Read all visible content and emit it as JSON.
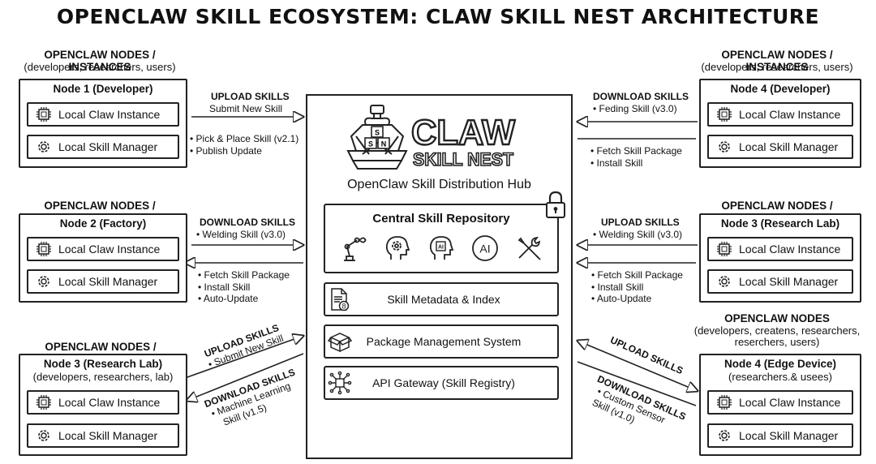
{
  "title": "OPENCLAW SKILL ECOSYSTEM: CLAW SKILL NEST ARCHITECTURE",
  "groups": {
    "tl": {
      "head": "OPENCLAW NODES / INSTANCES",
      "sub": "(developers, researchers, users)"
    },
    "tr": {
      "head": "OPENCLAW NODES / INSTANCES",
      "sub": "(developers, researchers, users)"
    },
    "ml": {
      "head": "OPENCLAW NODES / INSTANCES"
    },
    "mr": {
      "head": "OPENCLAW NODES / INSTANCES"
    },
    "bl": {
      "head": "OPENCLAW NODES / INSTANCES"
    },
    "br": {
      "head": "OPENCLAW NODES",
      "sub1": "(developers, createns, researchers,",
      "sub2": "reserchers, users)"
    }
  },
  "nodes": {
    "n1": {
      "title": "Node 1 (Developer)"
    },
    "n4": {
      "title": "Node 4 (Developer)"
    },
    "n2": {
      "title": "Node 2 (Factory)"
    },
    "n3r": {
      "title": "Node 3 (Research Lab)"
    },
    "n3l": {
      "title": "Node 3 (Research Lab)",
      "sub": "(developers, researchers,  lab)"
    },
    "n4e": {
      "title": "Node 4 (Edge Device)",
      "sub": "(researchers.& usees)"
    }
  },
  "labels": {
    "instance": "Local Claw Instance",
    "manager": "Local Skill Manager"
  },
  "edges": {
    "tl_up_head": "UPLOAD SKILLS",
    "tl_up_sub": "Submit New Skill",
    "tl_items": [
      "Pick & Place Skill (v2.1)",
      "Publish Update"
    ],
    "tr_down_head": "DOWNLOAD SKILLS",
    "tr_down_item": "Feding Skill (v3.0)",
    "tr_items": [
      "Fetch Skill Package",
      "Install Skill"
    ],
    "ml_down_head": "DOWNLOAD SKILLS",
    "ml_down_item": "Welding Skill (v3.0)",
    "ml_items": [
      "Fetch Skill Package",
      "Install Skill",
      "Auto-Update"
    ],
    "mr_up_head": "UPLOAD SKILLS",
    "mr_up_item": "Welding Skill (v3.0)",
    "mr_items": [
      "Fetch Skill Package",
      "Install Skill",
      "Auto-Update"
    ],
    "bl_up_head": "UPLOAD SKILLS",
    "bl_up_item": "Submit New Skill",
    "bl_down_head": "DOWNLOAD SKILLS",
    "bl_down_item1": "Machine Learning",
    "bl_down_item2": "Skill (v1.5)",
    "br_up_head": "UPLOAD SKILLS",
    "br_down_head": "DOWNLOAD SKILLS",
    "br_down_item1": "Custom Sensor",
    "br_down_item2": "Skill (v1.0)"
  },
  "hub": {
    "logo_word1": "CLAW",
    "logo_word2": "SKILL NEST",
    "cube_letters": [
      "S",
      "S",
      "N"
    ],
    "subtitle": "OpenClaw Skill Distribution Hub",
    "repo_title": "Central Skill Repository",
    "ai_badge": "AI",
    "metadata": "Skill Metadata & Index",
    "package": "Package Management System",
    "gateway": "API Gateway (Skill Registry)",
    "doc_badge": "8"
  }
}
